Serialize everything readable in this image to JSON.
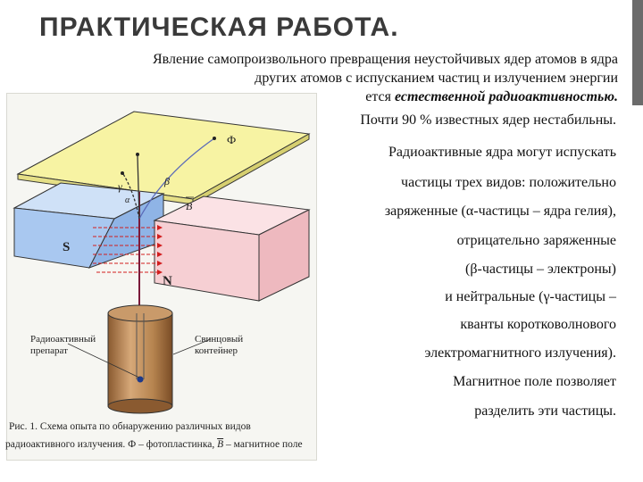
{
  "slide": {
    "title": "ПРАКТИЧЕСКАЯ РАБОТА.",
    "intro_line1": "Явление самопроизвольного превращения неустойчивых ядер атомов в ядра",
    "intro_line2": "других атомов с испусканием частиц и излучением энергии",
    "intro_line3_prefix": "ется ",
    "intro_line3_em": "естественной радиоактивностью",
    "intro_line3_end": ".",
    "right_lines": [
      "Почти 90 % известных ядер нестабильны.",
      "Радиоактивные ядра могут испускать",
      "частицы трех видов: положительно",
      "заряженные (α-частицы – ядра гелия),",
      "отрицательно заряженные",
      "(β-частицы – электроны)",
      "и нейтральные (γ-частицы –",
      "кванты коротковолнового",
      "электромагнитного излучения).",
      "Магнитное поле позволяет",
      "разделить эти частицы."
    ]
  },
  "figure": {
    "labels": {
      "phi": "Ф",
      "gamma": "γ",
      "beta": "β",
      "alpha": "α",
      "b_vector": "B",
      "pole_s": "S",
      "pole_n": "N",
      "source_line1": "Радиоактивный",
      "source_line2": "препарат",
      "container_line1": "Свинцовый",
      "container_line2": "контейнер"
    },
    "caption_line1": "Рис. 1. Схема опыта по обнаружению различных видов",
    "caption_line2_a": "радиоактивного излучения. Ф – фотопластинка, ",
    "caption_line2_b": "B",
    "caption_line2_c": " – магнитное поле",
    "colors": {
      "plate": "#f7f3a3",
      "magnet_s": "#a9c8f0",
      "magnet_n": "#f6cfd3",
      "container": "#c99a6a",
      "field_lines": "#d21e1e",
      "beam": "#7a1a3a"
    }
  }
}
